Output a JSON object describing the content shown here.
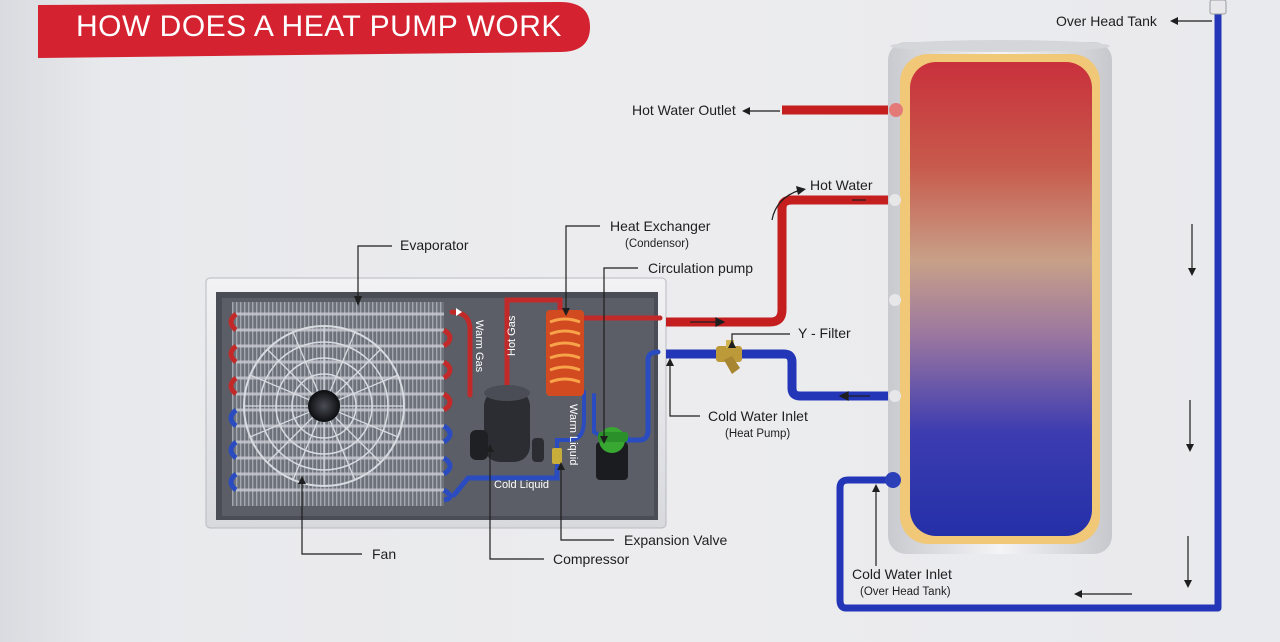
{
  "title": "HOW DOES A HEAT PUMP  WORK",
  "labels": {
    "over_head_tank": "Over Head Tank",
    "hot_water_outlet": "Hot Water Outlet",
    "hot_water": "Hot Water",
    "heat_exchanger": "Heat Exchanger",
    "condensor": "(Condensor)",
    "evaporator": "Evaporator",
    "circulation_pump": "Circulation pump",
    "y_filter": "Y - Filter",
    "cold_water_inlet_hp": "Cold Water Inlet",
    "heat_pump_sub": "(Heat Pump)",
    "fan": "Fan",
    "compressor": "Compressor",
    "expansion_valve": "Expansion Valve",
    "cold_water_inlet_oht": "Cold Water Inlet",
    "over_head_tank_sub": "(Over Head Tank)"
  },
  "pipe_labels": {
    "warm_gas": "Warm Gas",
    "hot_gas": "Hot Gas",
    "warm_liquid": "Warm Liquid",
    "cold_liquid": "Cold Liquid"
  },
  "colors": {
    "title_banner": "#d42230",
    "hot_pipe": "#cc1f1f",
    "cold_pipe": "#2336b8",
    "tank_top": "#c4323a",
    "tank_bottom": "#2430a8",
    "tank_shell": "#f0c878"
  }
}
